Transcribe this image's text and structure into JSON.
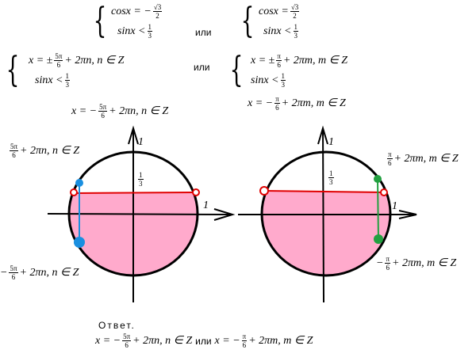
{
  "sys1": {
    "r1": {
      "a": "cosx = −",
      "n": "√3",
      "d": "2"
    },
    "r2": {
      "a": "sinx <",
      "n": "1",
      "d": "3"
    }
  },
  "or1": "или",
  "sys2": {
    "r1": {
      "a": "cosx =",
      "n": "√3",
      "d": "2"
    },
    "r2": {
      "a": "sinx <",
      "n": "1",
      "d": "3"
    }
  },
  "sys3": {
    "r1": {
      "a": "x = ±",
      "n": "5π",
      "d": "6",
      "b": "+ 2πn, n ∈ Z"
    },
    "r2": {
      "a": "sinx <",
      "n": "1",
      "d": "3"
    }
  },
  "or2": "или",
  "sys4": {
    "r1": {
      "a": "x = ±",
      "n": "π",
      "d": "6",
      "b": "+ 2πm, m ∈ Z"
    },
    "r2": {
      "a": "sinx <",
      "n": "1",
      "d": "3"
    }
  },
  "res_left": {
    "a": "x = −",
    "n": "5π",
    "d": "6",
    "b": "+ 2πn, n ∈ Z"
  },
  "res_right": {
    "a": "x = −",
    "n": "π",
    "d": "6",
    "b": "+ 2πm, m ∈ Z"
  },
  "left_circle": {
    "one_y": "1",
    "one_x": "1",
    "third_n": "1",
    "third_d": "3",
    "top_label": {
      "n": "5π",
      "d": "6",
      "b": "+ 2πn, n ∈ Z"
    },
    "bottom_label": {
      "a": "−",
      "n": "5π",
      "d": "6",
      "b": "+ 2πn, n ∈ Z"
    }
  },
  "right_circle": {
    "one_y": "1",
    "one_x": "1",
    "third_n": "1",
    "third_d": "3",
    "top_label": {
      "n": "π",
      "d": "6",
      "b": "+ 2πm, m ∈ Z"
    },
    "bottom_label": {
      "a": "−",
      "n": "π",
      "d": "6",
      "b": "+ 2πm, m ∈ Z"
    }
  },
  "answer": {
    "title": "Ответ.",
    "a": "x = −",
    "n": "5π",
    "d": "6",
    "b": "+ 2πn, n ∈ Z",
    "or": "или",
    "a2": "x = −",
    "n2": "π",
    "d2": "6",
    "b2": "+ 2πm, m ∈ Z"
  },
  "colors": {
    "fill": "#ffaacc",
    "red": "#e00000",
    "blue": "#1a8fe0",
    "green": "#22a040"
  }
}
